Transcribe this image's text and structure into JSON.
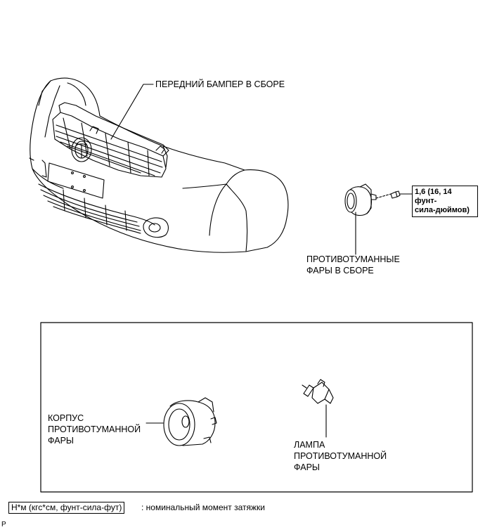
{
  "labels": {
    "front_bumper": "ПЕРЕДНИЙ БАМПЕР В СБОРЕ",
    "fog_light_assembly_line1": "ПРОТИВОТУМАННЫЕ",
    "fog_light_assembly_line2": "ФАРЫ В СБОРЕ",
    "torque_line1": "1,6 (16, 14 фунт-",
    "torque_line2": "сила-дюймов)",
    "housing_line1": "КОРПУС",
    "housing_line2": "ПРОТИВОТУМАННОЙ",
    "housing_line3": "ФАРЫ",
    "bulb_line1": "ЛАМПА",
    "bulb_line2": "ПРОТИВОТУМАННОЙ",
    "bulb_line3": "ФАРЫ"
  },
  "legend": {
    "unit_box": "Н*м (кгс*см, фунт-сила-фут)",
    "description": ": номинальный момент затяжки"
  },
  "corner_mark": "P"
}
